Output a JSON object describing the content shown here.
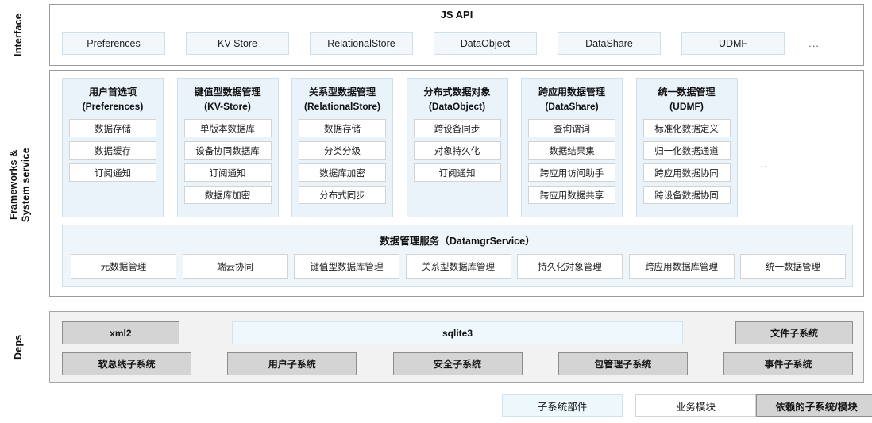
{
  "layers": {
    "interface": {
      "side_label": "Interface",
      "title": "JS API",
      "apis": [
        {
          "label": "Preferences"
        },
        {
          "label": "KV-Store"
        },
        {
          "label": "RelationalStore"
        },
        {
          "label": "DataObject"
        },
        {
          "label": "DataShare"
        },
        {
          "label": "UDMF"
        }
      ],
      "ellipsis": "..."
    },
    "frameworks": {
      "side_label": "Frameworks &\nSystem service",
      "ellipsis": "...",
      "columns": [
        {
          "title": "用户首选项\n(Preferences)",
          "items": [
            "数据存储",
            "数据缓存",
            "订阅通知"
          ]
        },
        {
          "title": "键值型数据管理\n(KV-Store)",
          "items": [
            "单版本数据库",
            "设备协同数据库",
            "订阅通知",
            "数据库加密"
          ]
        },
        {
          "title": "关系型数据管理\n(RelationalStore)",
          "items": [
            "数据存储",
            "分类分级",
            "数据库加密",
            "分布式同步"
          ]
        },
        {
          "title": "分布式数据对象\n(DataObject)",
          "items": [
            "跨设备同步",
            "对象持久化",
            "订阅通知"
          ]
        },
        {
          "title": "跨应用数据管理\n(DataShare)",
          "items": [
            "查询谓词",
            "数据结果集",
            "跨应用访问助手",
            "跨应用数据共享"
          ]
        },
        {
          "title": "统一数据管理\n(UDMF)",
          "items": [
            "标准化数据定义",
            "归一化数据通道",
            "跨应用数据协同",
            "跨设备数据协同"
          ]
        }
      ],
      "service": {
        "title": "数据管理服务（DatamgrService）",
        "items": [
          "元数据管理",
          "端云协同",
          "键值型数据库管理",
          "关系型数据库管理",
          "持久化对象管理",
          "跨应用数据库管理",
          "统一数据管理"
        ]
      }
    },
    "deps": {
      "side_label": "Deps",
      "row1": [
        {
          "label": "xml2",
          "style": "gray"
        },
        {
          "label": "sqlite3",
          "style": "blue"
        },
        {
          "label": "文件子系统",
          "style": "gray"
        }
      ],
      "row2": [
        {
          "label": "软总线子系统",
          "style": "gray"
        },
        {
          "label": "用户子系统",
          "style": "gray"
        },
        {
          "label": "安全子系统",
          "style": "gray"
        },
        {
          "label": "包管理子系统",
          "style": "gray"
        },
        {
          "label": "事件子系统",
          "style": "gray"
        }
      ]
    }
  },
  "legend": [
    {
      "label": "子系统部件",
      "style": "blue"
    },
    {
      "label": "业务模块",
      "style": "white"
    },
    {
      "label": "依赖的子系统/模块",
      "style": "gray"
    }
  ],
  "colors": {
    "card_blue": "#eaf3fa",
    "chip_blue": "#f2f7fb",
    "dep_gray": "#d4d4d4",
    "frame_border": "#9b9b9b"
  }
}
